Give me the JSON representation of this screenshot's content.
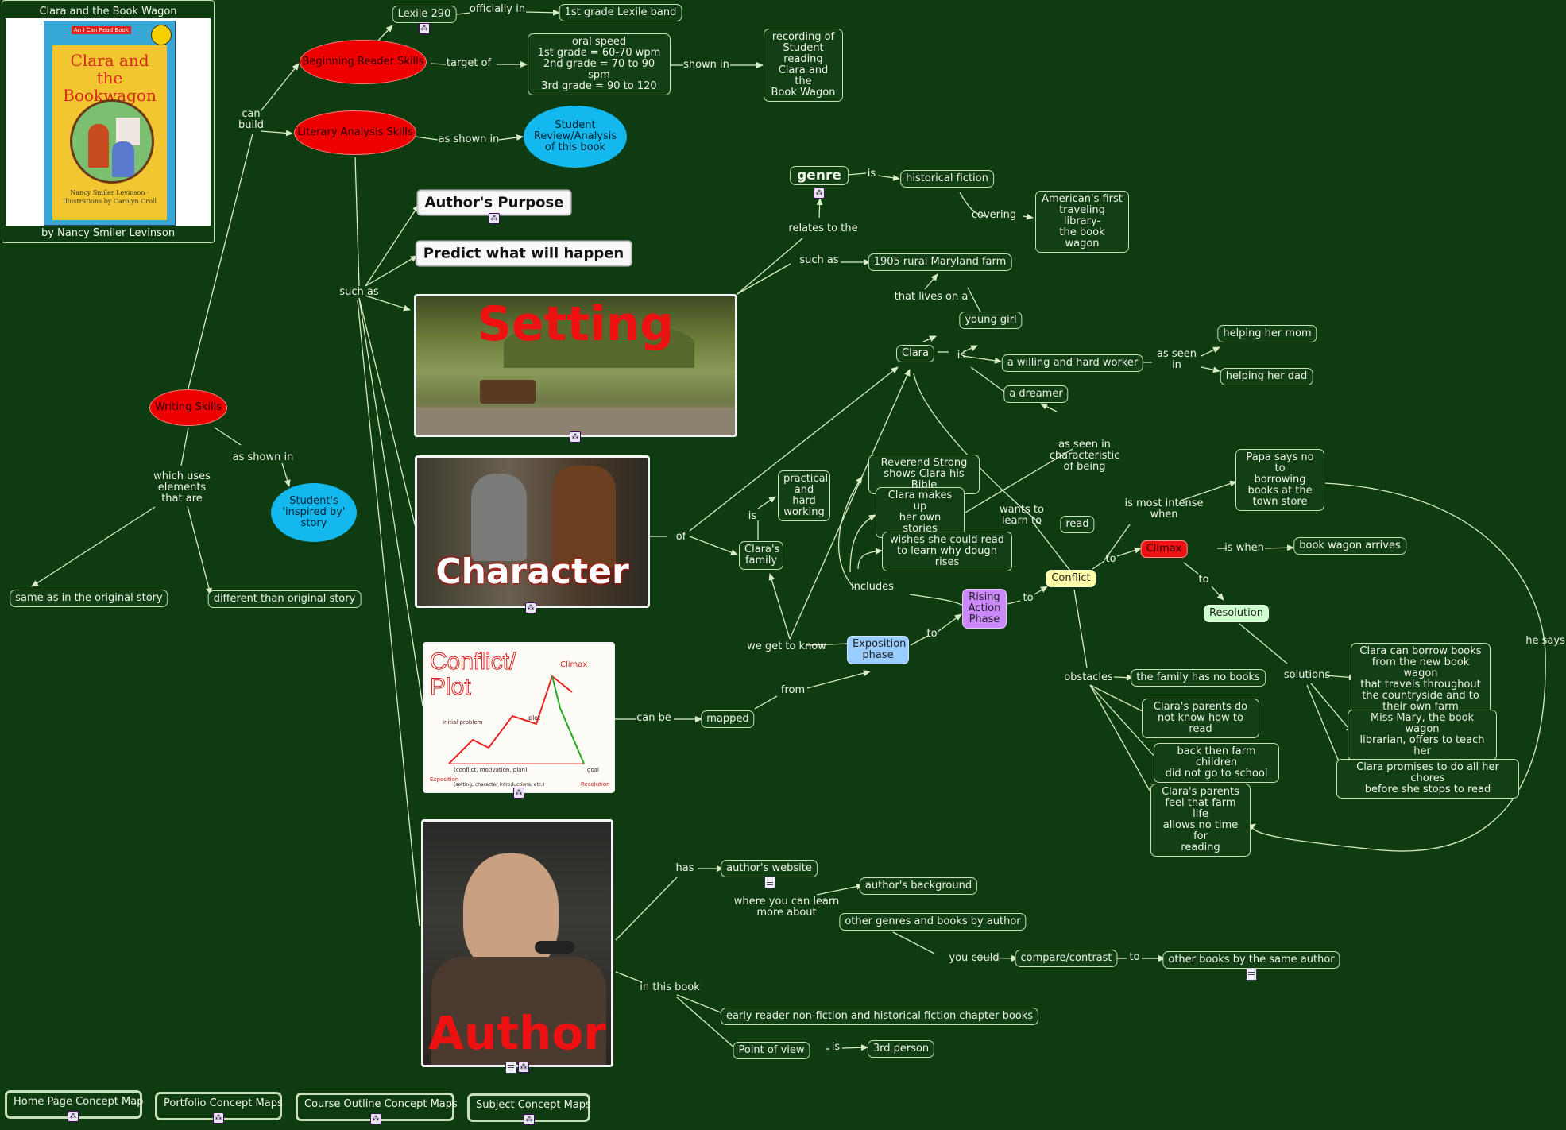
{
  "book": {
    "title": "Clara and the Book Wagon",
    "cover_title": "Clara and the Bookwagon",
    "cover_series": "An I Can Read Book",
    "cover_credits": "Nancy Smiler Levinson · Illustrations by Carolyn Croll",
    "byline": "by Nancy Smiler Levinson"
  },
  "nodes": {
    "lexile": "Lexile 290",
    "lexile_band": "1st grade Lexile band",
    "beginning_reader": "Beginning Reader Skills",
    "oral_speed": [
      "oral speed",
      "1st grade = 60-70 wpm",
      "2nd grade = 70 to 90 spm",
      "3rd grade = 90 to 120"
    ],
    "recording": [
      "recording of",
      "Student",
      "reading",
      "Clara and the",
      "Book Wagon"
    ],
    "literary_analysis": "Literary Analysis Skills",
    "student_review": [
      "Student",
      "Review/Analysis",
      "of this book"
    ],
    "authors_purpose": "Author's Purpose",
    "predict": "Predict what will happen",
    "genre": "genre",
    "historical_fiction": "historical fiction",
    "first_library": [
      "American's first",
      "traveling library-",
      "the book wagon"
    ],
    "farm": "1905 rural Maryland farm",
    "young_girl": "young girl",
    "clara": "Clara",
    "hard_worker": "a willing and hard worker",
    "helping_mom": "helping her mom",
    "helping_dad": "helping her dad",
    "dreamer": "a dreamer",
    "reverend": [
      "Reverend Strong",
      "shows Clara his Bible"
    ],
    "makes_stories": [
      "Clara makes up",
      "her own stories"
    ],
    "wishes": [
      "wishes she could read",
      "to learn why dough rises"
    ],
    "practical": [
      "practical",
      "and",
      "hard",
      "working"
    ],
    "claras_family": [
      "Clara's",
      "family"
    ],
    "read": "read",
    "papa_says": [
      "Papa says no to",
      "borrowing",
      "books at the",
      "town store"
    ],
    "climax": "Climax",
    "book_wagon_arrives": "book wagon arrives",
    "conflict": "Conflict",
    "resolution": "Resolution",
    "rising_action": [
      "Rising",
      "Action",
      "Phase"
    ],
    "exposition": [
      "Exposition",
      "phase"
    ],
    "no_books": "the family has no books",
    "parents_cant_read": [
      "Clara's parents do",
      "not know how to read"
    ],
    "no_school": [
      "back then farm children",
      "did not go to school"
    ],
    "no_time": [
      "Clara's parents",
      "feel that farm life",
      "allows no time for",
      "reading"
    ],
    "borrow_books": [
      "Clara can borrow books",
      "from the new book wagon",
      "that travels throughout",
      "the countryside and to",
      "their own farm"
    ],
    "miss_mary": [
      "Miss Mary, the book wagon",
      "librarian, offers to teach her"
    ],
    "chores": [
      "Clara promises to do all her chores",
      "before she stops to read"
    ],
    "mapped": "mapped",
    "writing_skills": "Writing Skills",
    "inspired_story": [
      "Student's",
      "'inspired by'",
      "story"
    ],
    "same_as": "same as in the original story",
    "different": "different than original story",
    "authors_website": "author's website",
    "authors_background": "author's background",
    "other_genres": "other genres and books by author",
    "compare": "compare/contrast",
    "other_books": "other books by the same author",
    "early_reader": "early reader non-fiction and historical fiction chapter books",
    "point_of_view": "Point of view",
    "third_person": "3rd person"
  },
  "images": {
    "setting": "Setting",
    "character": "Character",
    "conflict_plot": [
      "Conflict/",
      "Plot"
    ],
    "conflict_plot_labels": {
      "climax": "Climax",
      "plot": "plot",
      "goal": "goal",
      "resolution": "Resolution",
      "initial_problem": "initial problem",
      "exposition": "Exposition",
      "exposition_note": "(setting, character introductions, etc.)",
      "conflict_note": "(conflict, motivation, plan)"
    },
    "author": "Author"
  },
  "labels": {
    "officially_in": "officially in",
    "target_of": "target of",
    "shown_in": "shown in",
    "can_build": [
      "can",
      "build"
    ],
    "as_shown_in": "as shown in",
    "such_as": "such as",
    "is": "is",
    "covering": "covering",
    "relates_to_the": "relates to the",
    "such_as_2": "such as",
    "that_lives_on_a": "that lives on a",
    "as_seen_in": [
      "as seen",
      "in"
    ],
    "as_seen_in_characteristic": [
      "as seen in",
      "characteristic",
      "of being"
    ],
    "is_most_intense": [
      "is most intense",
      "when"
    ],
    "wants_to_learn_to": [
      "wants to",
      "learn to"
    ],
    "of": "of",
    "includes": "includes",
    "to": "to",
    "is_when": "is when",
    "he_says": "he says",
    "we_get_to_know": "we get to know",
    "obstacles": "obstacles",
    "solutions": "solutions",
    "from": "from",
    "can_be": "can be",
    "which_uses": [
      "which uses",
      "elements",
      "that are"
    ],
    "has": "has",
    "where_you_can_learn": [
      "where you can learn",
      "more about"
    ],
    "you_could": "you could",
    "in_this_book": "in this book"
  },
  "nav": {
    "home": "Home Page Concept Map",
    "portfolio": "Portfolio Concept Maps",
    "course_outline": "Course Outline Concept Maps",
    "subject": "Subject Concept Maps"
  },
  "colors": {
    "background": "#0f3b10",
    "node_border": "#c8e0b8",
    "red_oval": "#ee0000",
    "cyan_oval": "#12b8ee",
    "climax": "#ee1111",
    "conflict": "#ffffaa",
    "resolution": "#ccffcc",
    "rising_action": "#cc88ff",
    "exposition": "#99ccff"
  }
}
